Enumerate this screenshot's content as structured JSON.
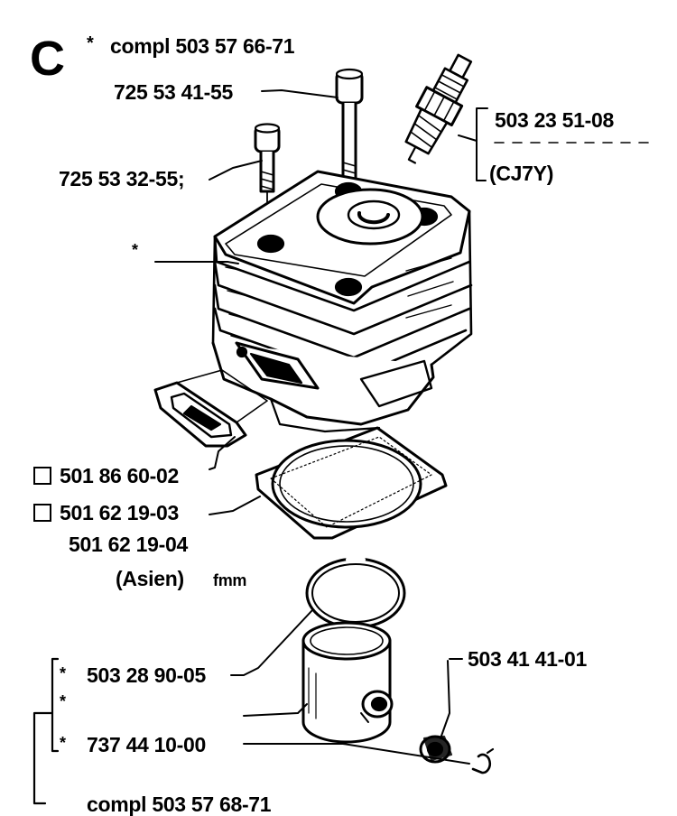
{
  "section_letter": "C",
  "title": {
    "star": "*",
    "text": "compl 503 57 66-71"
  },
  "labels": {
    "bolt_long": "725 53 41-55",
    "bolt_short": "725 53 32-55;",
    "spark_plug": "503 23 51-08",
    "spark_plug_type": "(CJ7Y)",
    "cylinder_star": "*",
    "gasket_small": "501 86 60-02",
    "gasket_large_1": "501 62 19-03",
    "gasket_large_2": "501 62 19-04",
    "region": "(Asien)",
    "region_suffix": "fmm",
    "piston_ring": "503 28 90-05",
    "piston_ring_star": "*",
    "piston_star": "*",
    "circlip": "737 44 10-00",
    "circlip_star": "*",
    "piston_pin": "503 41 41-01",
    "bottom_compl": "compl 503 57 68-71"
  }
}
